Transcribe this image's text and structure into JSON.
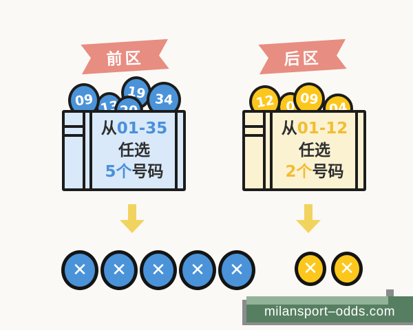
{
  "colors": {
    "background": "#faf9f5",
    "ribbon_salmon": "#e88d81",
    "ball_blue": "#4a93d8",
    "box_blue_light": "#d9e9f9",
    "ball_yellow": "#fcc71d",
    "box_yellow_light": "#fbf2d2",
    "arrow_yellow": "#f1d35e",
    "outline_black": "#1c1c1c",
    "text_dark": "#2e2e2e",
    "text_blue": "#4a90d9",
    "text_gold": "#f2bd33",
    "watermark_green": "#567f61",
    "watermark_green_light": "#93b399",
    "watermark_gray": "#8b8b8b"
  },
  "front_zone": {
    "banner": "前区",
    "balls": [
      "09",
      "13",
      "20",
      "19",
      "34"
    ],
    "rule": {
      "prefix": "从",
      "range": "01-35",
      "middle": "任选",
      "count": "5个",
      "suffix": "号码"
    },
    "picks": 5
  },
  "back_zone": {
    "banner": "后区",
    "balls": [
      "12",
      "0",
      "09",
      "04"
    ],
    "rule": {
      "prefix": "从",
      "range": "01-12",
      "middle": "任选",
      "count": "2个",
      "suffix": "号码"
    },
    "picks": 2
  },
  "pick_symbol": "✕",
  "watermark": {
    "text": "milansport–odds.com"
  }
}
